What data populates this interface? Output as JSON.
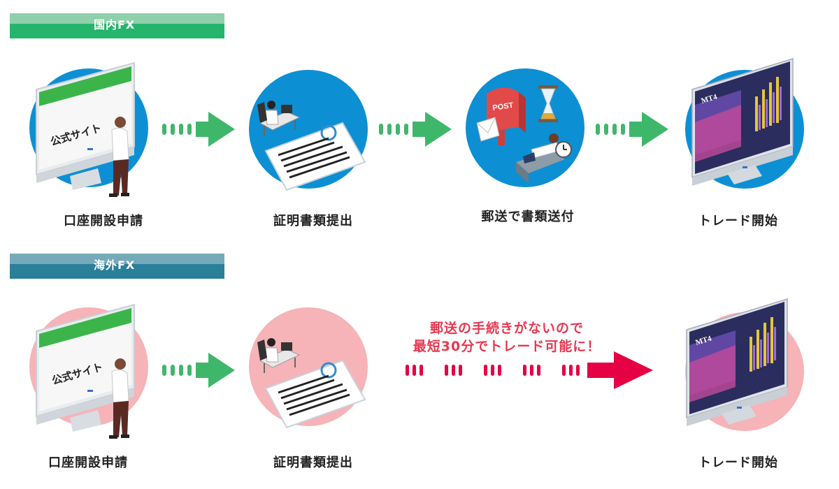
{
  "domestic": {
    "title": "国内FX",
    "steps": [
      {
        "label": "口座開設申請"
      },
      {
        "label": "証明書類提出"
      },
      {
        "label": "郵送で書類送付"
      },
      {
        "label": "トレード開始"
      }
    ]
  },
  "overseas": {
    "title": "海外FX",
    "steps": [
      {
        "label": "口座開設申請"
      },
      {
        "label": "証明書類提出"
      },
      {
        "label": "トレード開始"
      }
    ],
    "callout_line1": "郵送の手続きがないので",
    "callout_line2": "最短30分でトレード可能に！"
  },
  "screens": {
    "website_label": "公式サイト",
    "platform_label": "MT4",
    "post_label": "POST"
  },
  "colors": {
    "domestic_circle": "#0d8fd4",
    "overseas_circle": "#f6b3b8",
    "arrow_green": "#3fb76a",
    "arrow_red": "#e60044",
    "banner_green": "#24b56b",
    "banner_teal": "#2a7f99"
  }
}
